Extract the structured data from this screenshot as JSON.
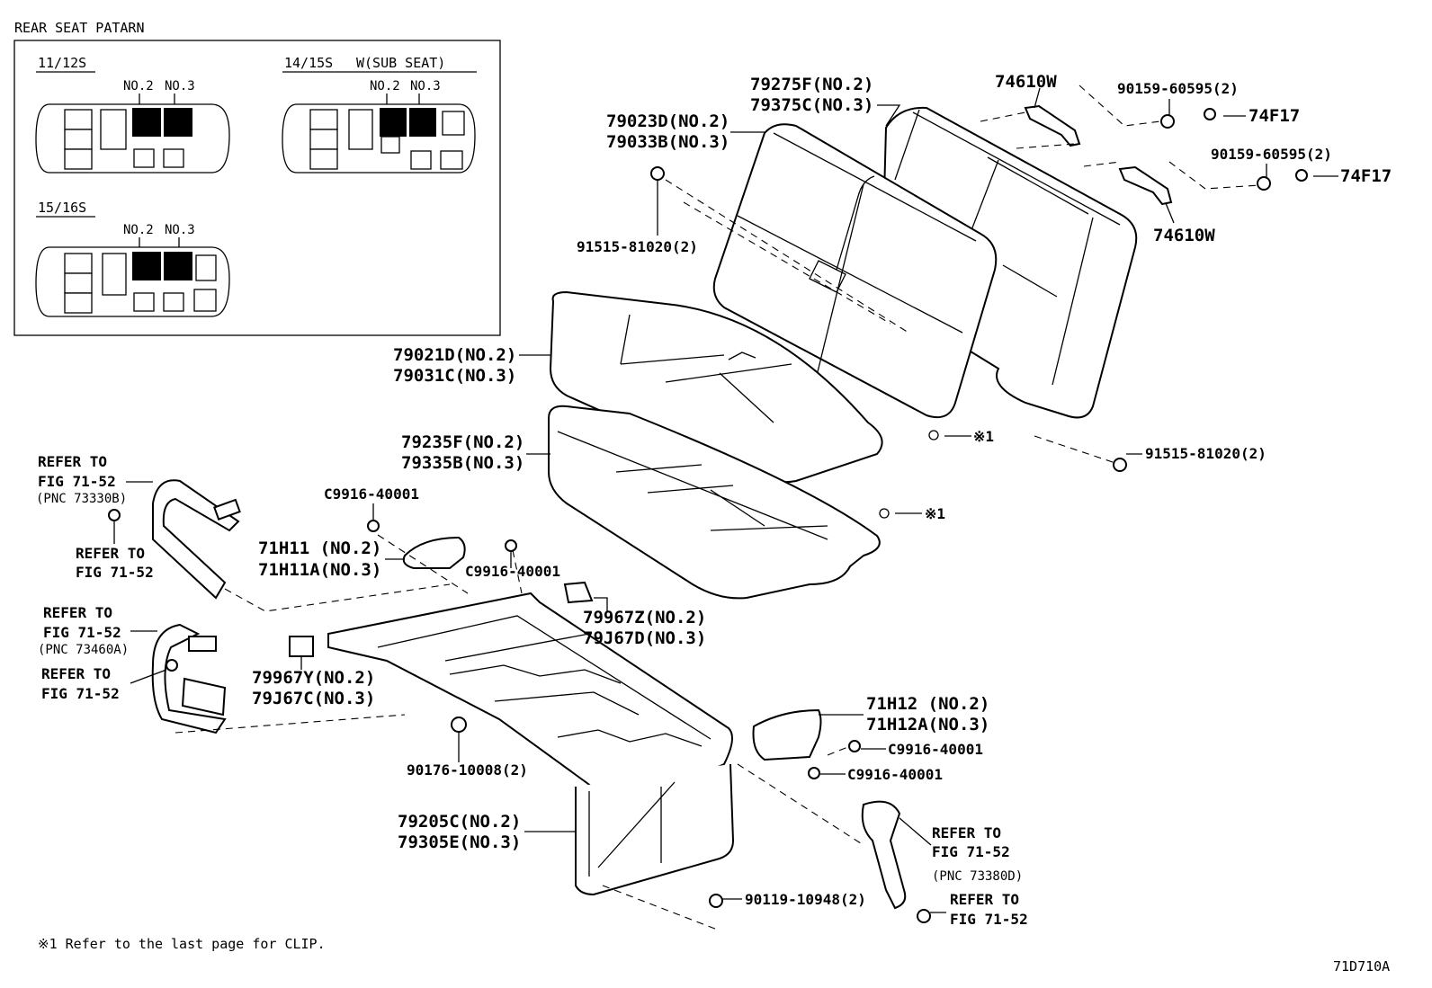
{
  "inset": {
    "title": "REAR SEAT PATARN",
    "panels": [
      {
        "code": "11/12S",
        "extra": "",
        "no2": "NO.2",
        "no3": "NO.3"
      },
      {
        "code": "14/15S",
        "extra": "W(SUB SEAT)",
        "no2": "NO.2",
        "no3": "NO.3"
      },
      {
        "code": "15/16S",
        "extra": "",
        "no2": "NO.2",
        "no3": "NO.3"
      }
    ]
  },
  "labels": {
    "p79275F": "79275F(NO.2)",
    "p79375C": "79375C(NO.3)",
    "p79023D": "79023D(NO.2)",
    "p79033B": "79033B(NO.3)",
    "p74610W_top": "74610W",
    "p90159_top": "90159-60595(2)",
    "p74F17_top": "74F17",
    "p90159_mid": "90159-60595(2)",
    "p74F17_mid": "74F17",
    "p74610W_mid": "74610W",
    "p91515_left": "91515-81020(2)",
    "p79021D": "79021D(NO.2)",
    "p79031C": "79031C(NO.3)",
    "clip_ref1": "※1",
    "p91515_right": "91515-81020(2)",
    "p79235F": "79235F(NO.2)",
    "p79335B": "79335B(NO.3)",
    "clip_ref2": "※1",
    "refer_a1": "REFER TO",
    "refer_a2": "FIG 71-52",
    "refer_a3": "(PNC 73330B)",
    "refer_b1": "REFER TO",
    "refer_b2": "FIG 71-52",
    "pC9916_a": "C9916-40001",
    "p71H11": "71H11 (NO.2)",
    "p71H11A": "71H11A(NO.3)",
    "pC9916_b": "C9916-40001",
    "refer_c1": "REFER TO",
    "refer_c2": "FIG 71-52",
    "refer_c3": "(PNC 73460A)",
    "refer_d1": "REFER TO",
    "refer_d2": "FIG 71-52",
    "p79967Z": "79967Z(NO.2)",
    "p79J67D": "79J67D(NO.3)",
    "p79967Y": "79967Y(NO.2)",
    "p79J67C": "79J67C(NO.3)",
    "p71H12": "71H12 (NO.2)",
    "p71H12A": "71H12A(NO.3)",
    "pC9916_c": "C9916-40001",
    "pC9916_d": "C9916-40001",
    "p90176": "90176-10008(2)",
    "p79205C": "79205C(NO.2)",
    "p79305E": "79305E(NO.3)",
    "refer_e1": "REFER TO",
    "refer_e2": "FIG 71-52",
    "refer_e3": "(PNC 73380D)",
    "refer_f1": "REFER TO",
    "refer_f2": "FIG 71-52",
    "p90119": "90119-10948(2)"
  },
  "footnote": "※1  Refer to the last page for CLIP.",
  "figure_code": "71D710A"
}
